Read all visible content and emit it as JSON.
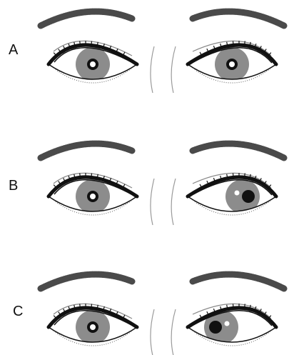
{
  "rows": [
    {
      "label": "A",
      "left_eye": {
        "iris_offset": 0
      },
      "right_eye": {
        "iris_offset": 0
      }
    },
    {
      "label": "B",
      "left_eye": {
        "iris_offset": 0
      },
      "right_eye": {
        "iris_offset": 1
      }
    },
    {
      "label": "C",
      "left_eye": {
        "iris_offset": 0
      },
      "right_eye": {
        "iris_offset": -1
      }
    }
  ],
  "colors": {
    "iris": "#8c8c8c",
    "pupil": "#111111",
    "outline": "#111111",
    "brow": "#4a4a4a",
    "crease": "#888888",
    "nose_line": "#9a9a9a"
  }
}
